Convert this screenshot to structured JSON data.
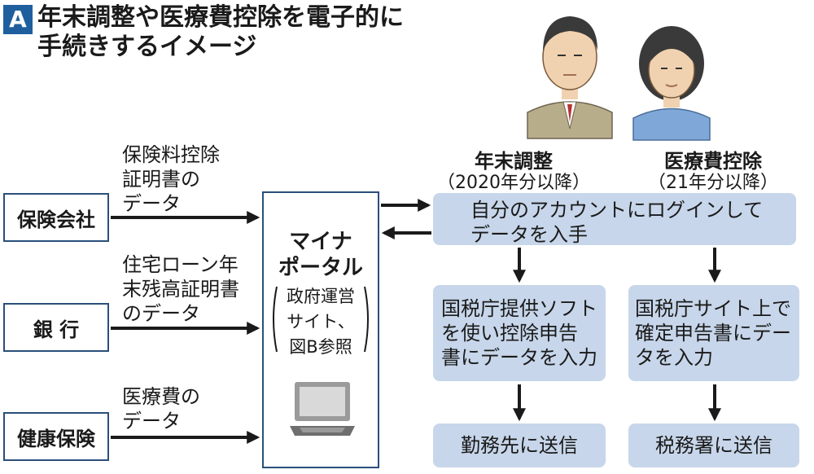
{
  "badge": "A",
  "title": {
    "line1": "年末調整や医療費控除を電子的に",
    "line2": "手続きするイメージ"
  },
  "sources": [
    {
      "name": "保険会社",
      "label": [
        "保険料控除",
        "証明書の",
        "データ"
      ]
    },
    {
      "name": "銀 行",
      "label": [
        "住宅ローン年",
        "末残高証明書",
        "のデータ"
      ]
    },
    {
      "name": "健康保険",
      "label": [
        "医療費の",
        "データ"
      ]
    }
  ],
  "portal": {
    "title": [
      "マイナ",
      "ポータル"
    ],
    "note": [
      "政府運営",
      "サイト、",
      "図B参照"
    ]
  },
  "login_box": [
    "自分のアカウントにログインして",
    "データを入手"
  ],
  "columns": [
    {
      "title": "年末調整",
      "sub": "（2020年分以降）",
      "step": [
        "国税庁提供ソフト",
        "を使い控除申告",
        "書にデータを入力"
      ],
      "send": "勤務先に送信"
    },
    {
      "title": "医療費控除",
      "sub": "（21年分以降）",
      "step": [
        "国税庁サイト上で",
        "確定申告書にデー",
        "タを入力"
      ],
      "send": "税務署に送信"
    }
  ],
  "colors": {
    "box_fill": "#c7d6ea",
    "box_border": "#2a4f7a",
    "badge": "#1f5f9e"
  }
}
